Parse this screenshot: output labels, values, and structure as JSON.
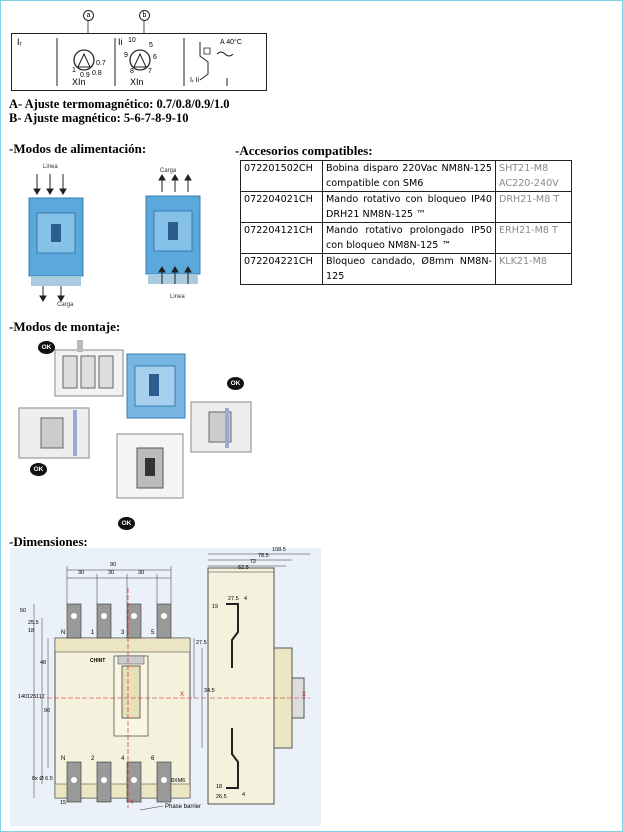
{
  "dial": {
    "marker_a": "a",
    "marker_b": "b",
    "ir_label": "Iᵣ",
    "ii_label": "Ii",
    "thermal_scale": [
      "1",
      "0.9",
      "0.8",
      "0.7"
    ],
    "magnetic_scale": [
      "10",
      "5",
      "9",
      "6",
      "8",
      "7"
    ],
    "xin_1": "XIn",
    "xin_2": "XIn",
    "temp": "A 40°C",
    "ir_ii": "Iᵣ Ii"
  },
  "ajustes": {
    "a": "A- Ajuste termomagnético: 0.7/0.8/0.9/1.0",
    "b": "B- Ajuste magnético: 5-6-7-8-9-10"
  },
  "sections": {
    "alimentacion": "-Modos de alimentación:",
    "accesorios": "-Accesorios compatibles:",
    "montaje": "-Modos de montaje:",
    "dimensiones": "-Dimensiones:"
  },
  "alimentacion": {
    "left_top": "Linea",
    "left_bottom": "Carga",
    "right_top": "Carga",
    "right_bottom": "Linea"
  },
  "accesorios": [
    {
      "code": "072201502CH",
      "desc": "Bobina disparo 220Vac NM8N-125 compatible con SM6",
      "ref": "SHT21-M8 AC220-240V"
    },
    {
      "code": "072204021CH",
      "desc": "Mando rotativo con bloqueo IP40 DRH21 NM8N-125 ™",
      "ref": "DRH21-M8 T"
    },
    {
      "code": "072204121CH",
      "desc": "Mando rotativo prolongado IP50 con bloqueo NM8N-125 ™",
      "ref": "ERH21-M8 T"
    },
    {
      "code": "072204221CH",
      "desc": "Bloqueo candado, Ø8mm NM8N-125",
      "ref": "KLK21-M8"
    }
  ],
  "montaje": {
    "ok": "OK"
  },
  "dimensiones": {
    "widths": [
      "108.5",
      "78.5",
      "72",
      "62.5"
    ],
    "top_dims": [
      "90",
      "30",
      "30",
      "30"
    ],
    "left_dims": [
      "50",
      "25.5",
      "18",
      "48",
      "140",
      "125",
      "117",
      "96"
    ],
    "side_dims": [
      "27.5",
      "4",
      "19",
      "27.5",
      "34.5"
    ],
    "bottom_dims": [
      "15",
      "18",
      "26.5",
      "4"
    ],
    "hole": "8x Ø 6.5",
    "screw": "8XM6",
    "brand": "CHINT",
    "phase_barrier": "Phase barrier",
    "axis_x": "X",
    "axis_y": "Y",
    "terminals_top": [
      "N",
      "1",
      "3",
      "5"
    ],
    "terminals_bottom": [
      "N",
      "2",
      "4",
      "6"
    ]
  },
  "colors": {
    "frame": "#7fd0e8",
    "breaker": "#5aa8dc",
    "drawing_panel": "#eaf1f8",
    "drawing_body": "#f4f1dc",
    "dim_red": "#d01818"
  }
}
